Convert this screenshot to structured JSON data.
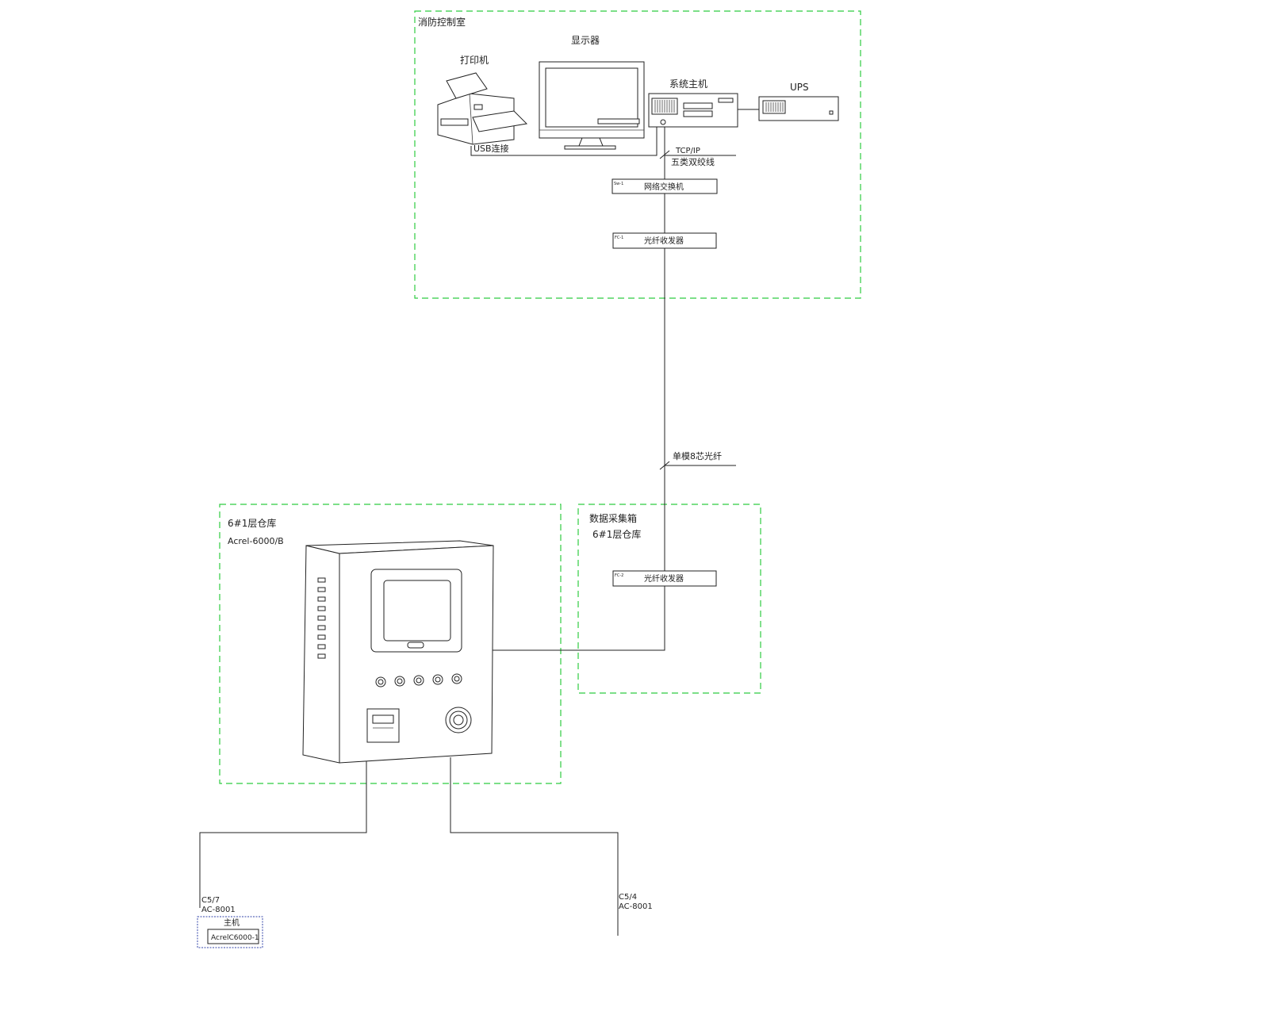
{
  "colors": {
    "zone_border": "#2ecc40",
    "line": "#222222",
    "terminal_box": "#3344aa"
  },
  "control_room": {
    "title": "消防控制室",
    "printer_label": "打印机",
    "monitor_label": "显示器",
    "host_label": "系统主机",
    "ups_label": "UPS",
    "usb_label": "USB连接",
    "tcpip_label": "TCP/IP",
    "twisted_pair_label": "五类双绞线",
    "network_switch_label": "网络交换机",
    "network_switch_tag": "Sw-1",
    "fiber_converter_label": "光纤收发器",
    "fiber_converter_tag": "FC-1"
  },
  "fiber_label": "单模8芯光纤",
  "data_collection": {
    "title": "数据采集箱",
    "subtitle": "6#1层仓库",
    "fiber_converter_label": "光纤收发器",
    "fiber_converter_tag": "FC-2"
  },
  "warehouse": {
    "title": "6#1层仓库",
    "model": "Acrel-6000/B"
  },
  "branches": [
    {
      "code": "C5/7",
      "model": "AC-8001"
    },
    {
      "code": "C5/4",
      "model": "AC-8001"
    }
  ],
  "terminal": {
    "label": "主机",
    "model": "AcrelC6000-1"
  }
}
